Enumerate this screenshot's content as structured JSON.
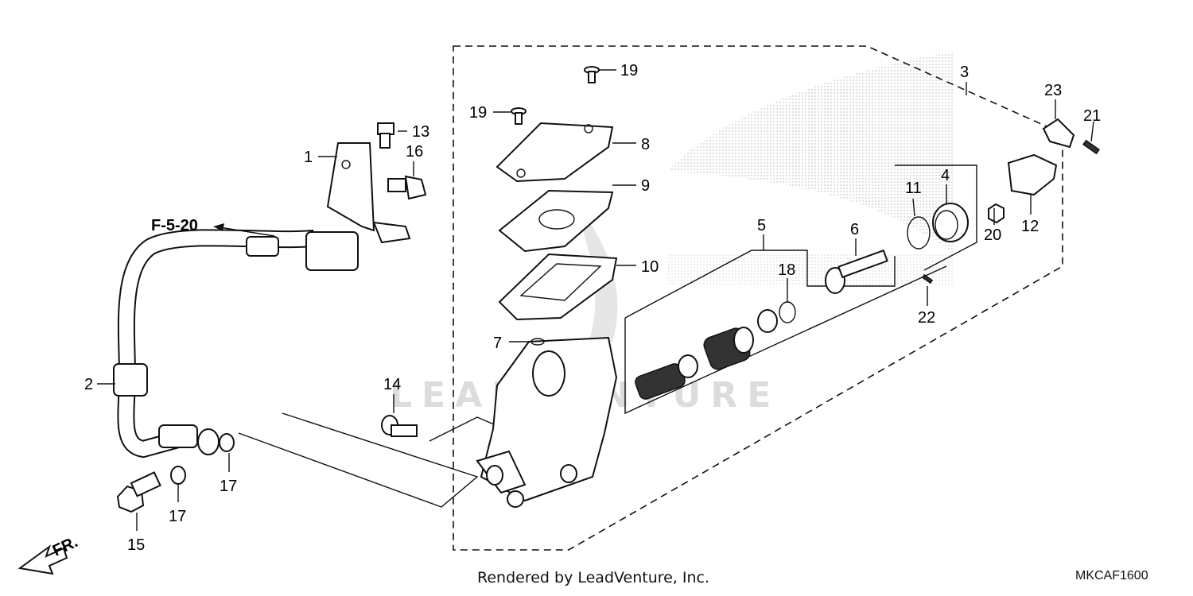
{
  "labels": {
    "l1": "1",
    "l2": "2",
    "l3": "3",
    "l4": "4",
    "l5": "5",
    "l6": "6",
    "l7": "7",
    "l8": "8",
    "l9": "9",
    "l10": "10",
    "l11": "11",
    "l12": "12",
    "l13": "13",
    "l14": "14",
    "l15": "15",
    "l16": "16",
    "l17a": "17",
    "l17b": "17",
    "l18": "18",
    "l19a": "19",
    "l19b": "19",
    "l20": "20",
    "l21": "21",
    "l22": "22",
    "l23": "23"
  },
  "reference": "F-5-20",
  "front_marker": "FR.",
  "watermark": "LEADVENTURE",
  "footer_text": "Rendered by LeadVenture, Inc.",
  "diagram_code": "MKCAF1600"
}
